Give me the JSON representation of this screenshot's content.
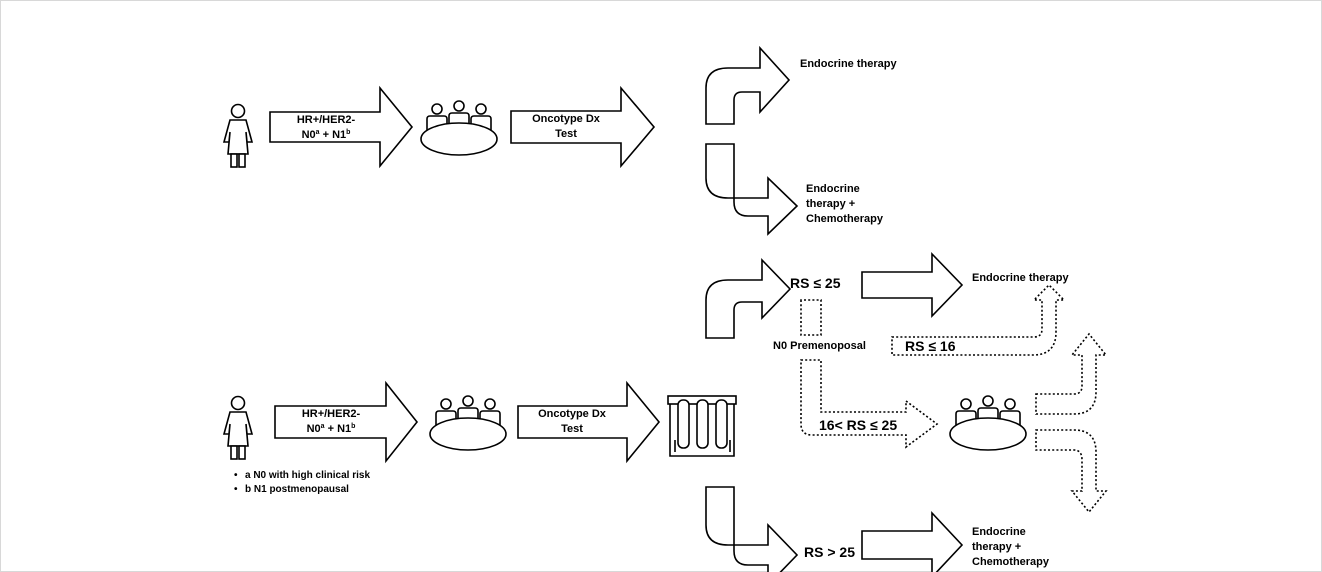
{
  "top_flow": {
    "arrow1": {
      "line1": "HR+/HER2-",
      "line2_a": "N0",
      "line2_a_sup": "a",
      "line2_mid": " + N1",
      "line2_b_sup": "b"
    },
    "arrow2": {
      "line1": "Oncotype Dx",
      "line2": "Test"
    },
    "outcome_up": "Endocrine therapy",
    "outcome_down": {
      "line1": "Endocrine",
      "line2": "therapy +",
      "line3": "Chemotherapy"
    }
  },
  "bottom_flow": {
    "arrow1": {
      "line1": "HR+/HER2-",
      "line2_a": "N0",
      "line2_a_sup": "a",
      "line2_mid": " + N1",
      "line2_b_sup": "b"
    },
    "arrow2": {
      "line1": "Oncotype Dx",
      "line2": "Test"
    },
    "rs_low": "RS ≤ 25",
    "rs_low_outcome": "Endocrine therapy",
    "n0_premenopausal": "N0 Premenoposal",
    "rs_le_16": "RS ≤ 16",
    "rs_mid": "16< RS ≤ 25",
    "rs_high": "RS > 25",
    "rs_high_outcome": {
      "line1": "Endocrine",
      "line2": "therapy +",
      "line3": "Chemotherapy"
    },
    "footnotes": [
      "a N0 with high clinical risk",
      "b N1 postmenopausal"
    ],
    "bullet": "•"
  }
}
